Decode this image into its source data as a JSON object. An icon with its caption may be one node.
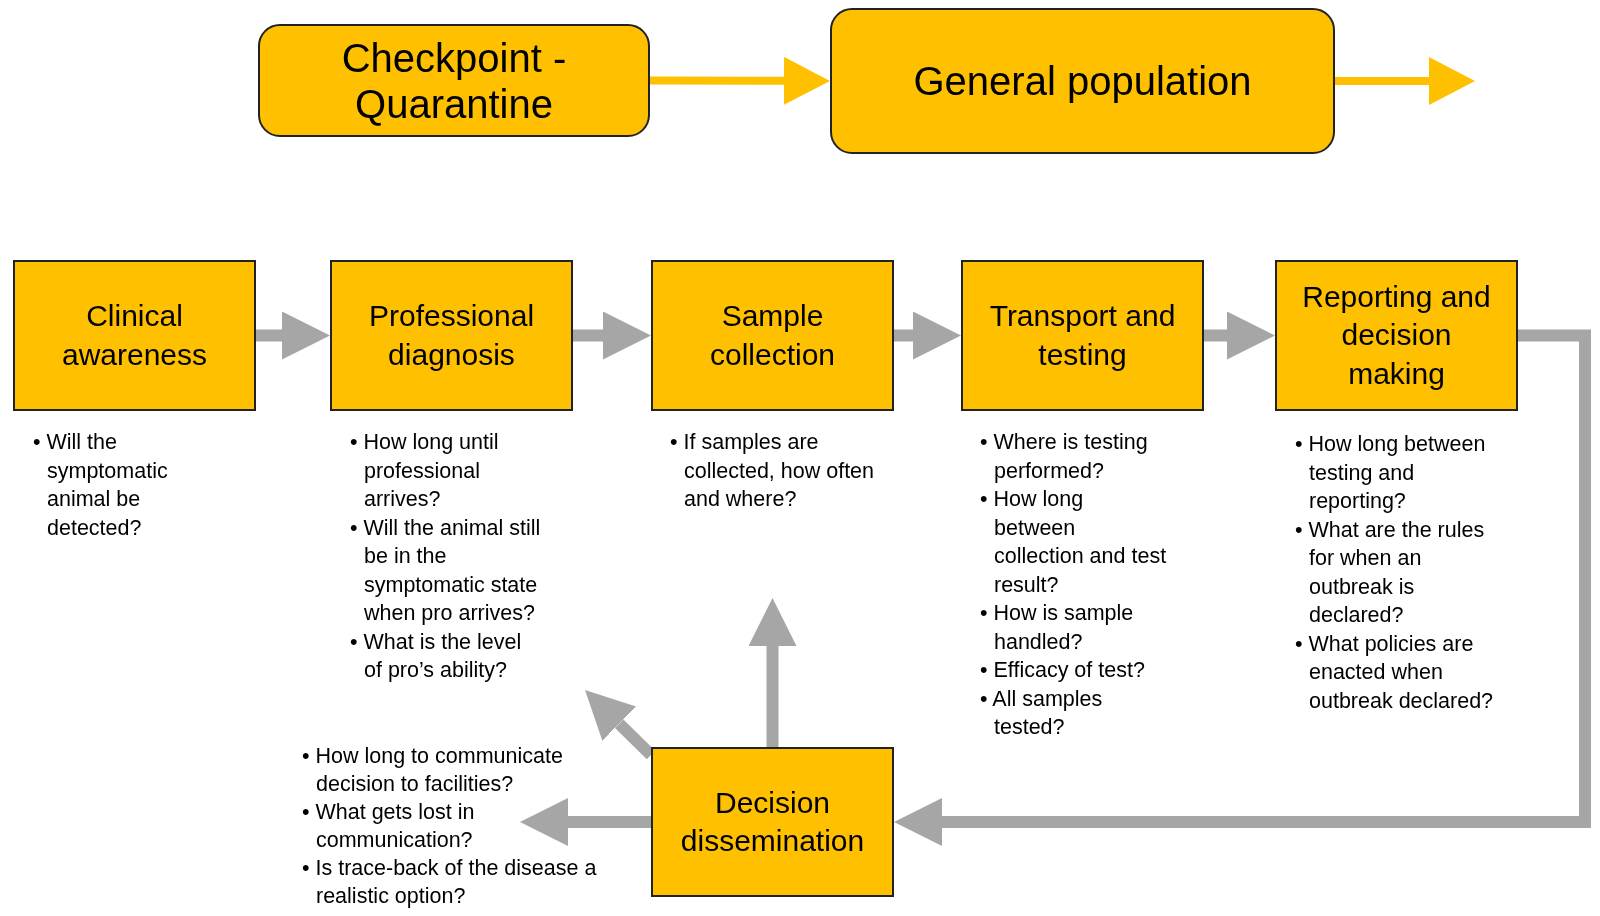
{
  "diagram": {
    "nodes": [
      {
        "text": [
          "Checkpoint - Quarantine"
        ]
      },
      {
        "text": [
          "General population"
        ]
      },
      {
        "text": [
          "Clinical awareness"
        ],
        "beside": [
          "• Will the symptomatic animal be detected?"
        ]
      },
      {
        "text": [
          "Professional diagnosis"
        ],
        "beside": [
          "• How long until professional arrives?",
          "• Will the animal still be in the symptomatic state when pro arrives?",
          "• What is the level of pro’s ability?"
        ]
      },
      {
        "text": [
          "Sample collection"
        ],
        "beside": [
          "• If samples are collected, how often and where?"
        ]
      },
      {
        "text": [
          "Transport and testing"
        ],
        "beside": [
          "• Where is testing performed?",
          "• How long between collection and test result?",
          "• How is sample handled?",
          "• Efficacy of test?",
          "• All samples tested?"
        ]
      },
      {
        "text": [
          "Reporting and decision making"
        ],
        "beside": [
          "• How long between testing and reporting?",
          "• What are the rules for when an outbreak is declared?",
          "• What policies are enacted when outbreak declared?"
        ]
      },
      {
        "text": [
          "Decision dissemination"
        ]
      },
      {
        "text": [
          "• How long to communicate decision to facilities?",
          "• What gets lost in communication?",
          "• Is trace-back of the disease a realistic option?"
        ]
      }
    ],
    "edges": [
      {
        "from": 0,
        "to": 1,
        "arrow": "to",
        "color": "#ffc000"
      },
      {
        "from": 1,
        "to": null,
        "arrow": "to",
        "color": "#ffc000"
      },
      {
        "from": 2,
        "to": 3,
        "arrow": "to"
      },
      {
        "from": 3,
        "to": 4,
        "arrow": "to"
      },
      {
        "from": 4,
        "to": 5,
        "arrow": "to"
      },
      {
        "from": 5,
        "to": 6,
        "arrow": "to"
      },
      {
        "from": 6,
        "to": 7,
        "arrow": "to"
      },
      {
        "from": 7,
        "to": 8,
        "arrow": "to"
      },
      {
        "from": 7,
        "to": 4,
        "arrow": "to"
      },
      {
        "from": 7,
        "to": 3,
        "arrow": "to"
      }
    ]
  }
}
